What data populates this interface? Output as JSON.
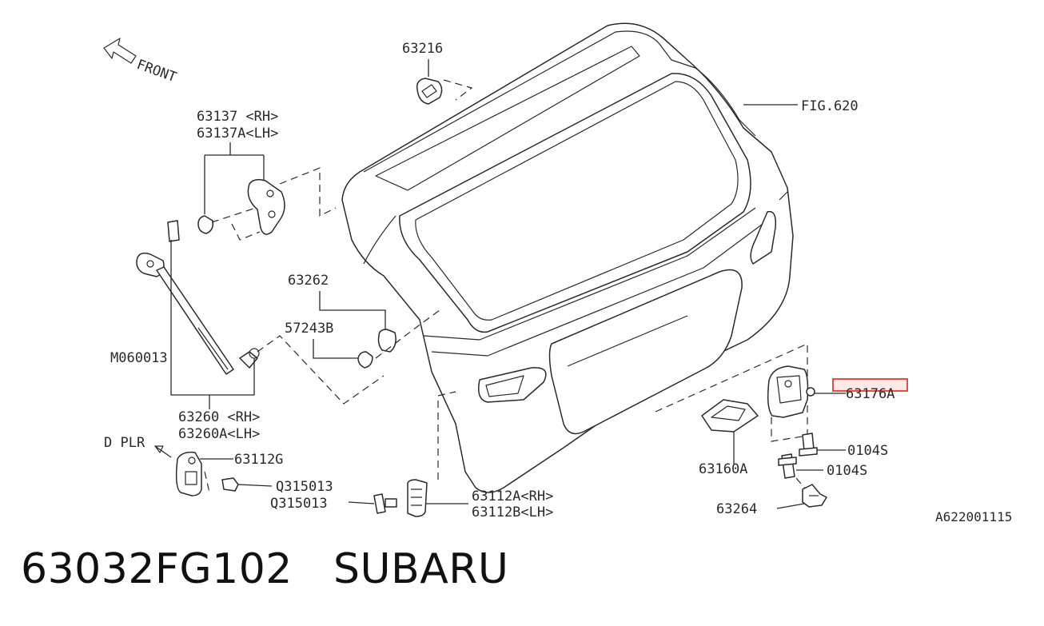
{
  "diagram": {
    "front_label": "FRONT",
    "labels": {
      "p63216": "63216",
      "fig620": "FIG.620",
      "p63137": "63137 <RH>",
      "p63137a": "63137A<LH>",
      "p63262": "63262",
      "p57243b": "57243B",
      "m060013": "M060013",
      "p63260": "63260 <RH>",
      "p63260a": "63260A<LH>",
      "dplr": "D PLR",
      "p63112g": "63112G",
      "q315013a": "Q315013",
      "q315013b": "Q315013",
      "p63112a": "63112A<RH>",
      "p63112b": "63112B<LH>",
      "p63176a": "63176A",
      "p0104s_a": "0104S",
      "p0104s_b": "0104S",
      "p63160a": "63160A",
      "p63264": "63264",
      "ref": "A622001115"
    },
    "highlight_color": "#e53935"
  },
  "caption": {
    "part_number": "63032FG102",
    "brand": "SUBARU"
  }
}
